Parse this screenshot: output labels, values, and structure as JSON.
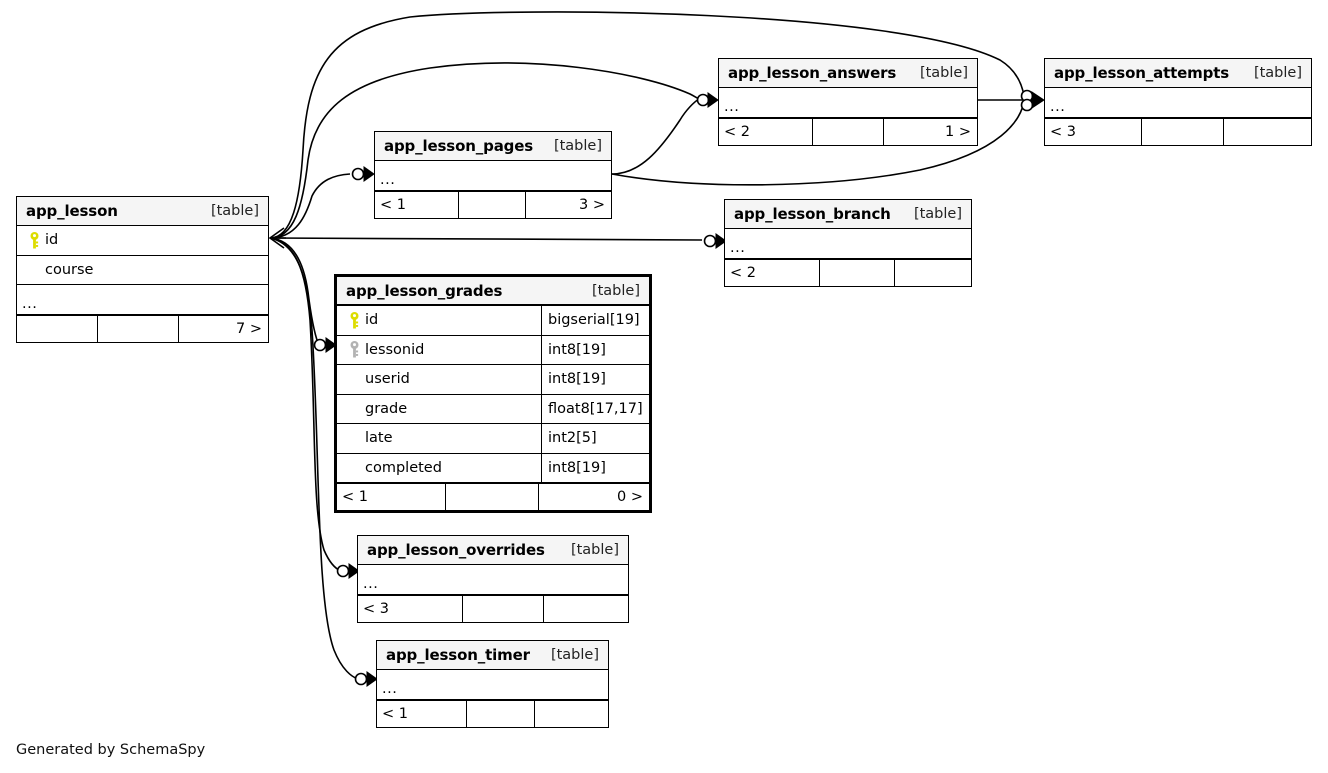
{
  "diagram": {
    "generator_credit": "Generated by SchemaSpy",
    "table_tag": "[table]",
    "ellipsis": "...",
    "colors": {
      "table_header_bg": "#f5f5f5",
      "border": "#000000",
      "primary_key_icon": "#dddd00",
      "foreign_key_icon": "#b3b3b3",
      "edge": "#000000",
      "background": "#ffffff"
    }
  },
  "tables": {
    "app_lesson": {
      "name": "app_lesson",
      "type_tag": "[table]",
      "columns": [
        {
          "key": "primary",
          "name": "id",
          "datatype": ""
        },
        {
          "key": "none",
          "name": "course",
          "datatype": ""
        }
      ],
      "has_ellipsis_row": true,
      "footer": {
        "left": "",
        "middle": "",
        "right": "7 >"
      }
    },
    "app_lesson_pages": {
      "name": "app_lesson_pages",
      "type_tag": "[table]",
      "columns": [],
      "has_ellipsis_row": true,
      "footer": {
        "left": "< 1",
        "middle": "",
        "right": "3 >"
      }
    },
    "app_lesson_answers": {
      "name": "app_lesson_answers",
      "type_tag": "[table]",
      "columns": [],
      "has_ellipsis_row": true,
      "footer": {
        "left": "< 2",
        "middle": "",
        "right": "1 >"
      }
    },
    "app_lesson_attempts": {
      "name": "app_lesson_attempts",
      "type_tag": "[table]",
      "columns": [],
      "has_ellipsis_row": true,
      "footer": {
        "left": "< 3",
        "middle": "",
        "right": ""
      }
    },
    "app_lesson_branch": {
      "name": "app_lesson_branch",
      "type_tag": "[table]",
      "columns": [],
      "has_ellipsis_row": true,
      "footer": {
        "left": "< 2",
        "middle": "",
        "right": ""
      }
    },
    "app_lesson_grades": {
      "name": "app_lesson_grades",
      "type_tag": "[table]",
      "focal": true,
      "columns": [
        {
          "key": "primary",
          "name": "id",
          "datatype": "bigserial[19]"
        },
        {
          "key": "foreign",
          "name": "lessonid",
          "datatype": "int8[19]"
        },
        {
          "key": "none",
          "name": "userid",
          "datatype": "int8[19]"
        },
        {
          "key": "none",
          "name": "grade",
          "datatype": "float8[17,17]"
        },
        {
          "key": "none",
          "name": "late",
          "datatype": "int2[5]"
        },
        {
          "key": "none",
          "name": "completed",
          "datatype": "int8[19]"
        }
      ],
      "has_ellipsis_row": false,
      "footer": {
        "left": "< 1",
        "middle": "",
        "right": "0 >"
      }
    },
    "app_lesson_overrides": {
      "name": "app_lesson_overrides",
      "type_tag": "[table]",
      "columns": [],
      "has_ellipsis_row": true,
      "footer": {
        "left": "< 3",
        "middle": "",
        "right": ""
      }
    },
    "app_lesson_timer": {
      "name": "app_lesson_timer",
      "type_tag": "[table]",
      "columns": [],
      "has_ellipsis_row": true,
      "footer": {
        "left": "< 1",
        "middle": "",
        "right": ""
      }
    }
  },
  "relationships": [
    {
      "from": "app_lesson",
      "to": "app_lesson_answers"
    },
    {
      "from": "app_lesson",
      "to": "app_lesson_attempts"
    },
    {
      "from": "app_lesson",
      "to": "app_lesson_pages"
    },
    {
      "from": "app_lesson",
      "to": "app_lesson_branch"
    },
    {
      "from": "app_lesson",
      "to": "app_lesson_grades"
    },
    {
      "from": "app_lesson",
      "to": "app_lesson_overrides"
    },
    {
      "from": "app_lesson",
      "to": "app_lesson_timer"
    },
    {
      "from": "app_lesson_pages",
      "to": "app_lesson_answers"
    },
    {
      "from": "app_lesson_pages",
      "to": "app_lesson_attempts"
    },
    {
      "from": "app_lesson_answers",
      "to": "app_lesson_attempts"
    }
  ]
}
